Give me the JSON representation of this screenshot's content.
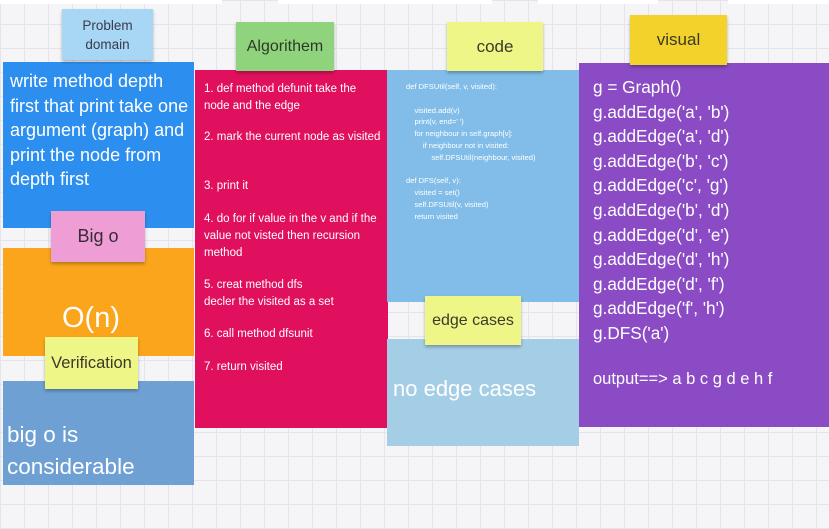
{
  "problem_domain": {
    "note": "Problem\ndomain",
    "text": "write method depth first that print take one argument (graph) and print the node from depth first"
  },
  "big_o": {
    "note": "Big o",
    "value": "O(n)"
  },
  "verification": {
    "note": "Verification",
    "text": "big o is considerable"
  },
  "algorithm": {
    "note": "Algorithem",
    "steps": [
      "1. def method defunit take the node and the edge",
      "2. mark the current node as visited",
      "3. print it",
      "4. do for if value in the v and if the value not visted then recursion method",
      "5. creat method dfs\ndecler the visited as a set",
      "6. call method dfsunit",
      "7. return visited"
    ]
  },
  "code": {
    "note": "code",
    "text": "def DFSUtil(self, v, visited):\n\n    visited.add(v)\n    print(v, end=' ')\n    for neighbour in self.graph[v]:\n        if neighbour not in visited:\n            self.DFSUtil(neighbour, visited)\n\ndef DFS(self, v):\n    visited = set()\n    self.DFSUtil(v, visited)\n    return visited"
  },
  "edge_cases": {
    "note": "edge cases",
    "text": "no edge cases"
  },
  "visual": {
    "note": "visual",
    "lines": [
      "g = Graph()",
      "g.addEdge('a', 'b')",
      "g.addEdge('a', 'd')",
      "g.addEdge('b', 'c')",
      "g.addEdge('c', 'g')",
      "g.addEdge('b', 'd')",
      "g.addEdge('d', 'e')",
      "g.addEdge('d', 'h')",
      "g.addEdge('d', 'f')",
      "g.addEdge('f', 'h')",
      "g.DFS('a')"
    ],
    "output": "output==> a b c g d e h f"
  },
  "colors": {
    "problem_card": "#2c8ff0",
    "big_o_card": "#faa51c",
    "verification_card": "#6ea0d4",
    "algorithm_card": "#e0105f",
    "code_card": "#81bde8",
    "edge_card": "#a4cde6",
    "visual_card": "#8a4bc4"
  }
}
